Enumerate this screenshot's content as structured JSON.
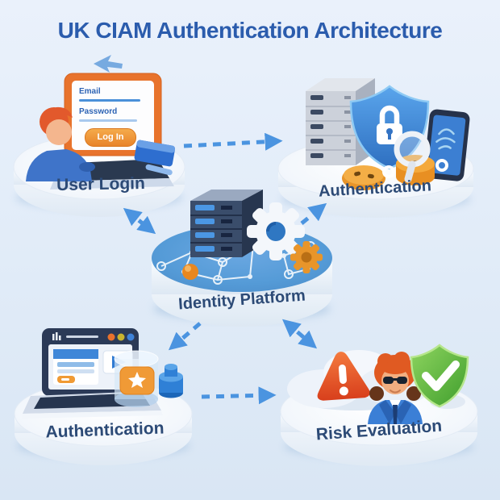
{
  "title": "UK CIAM Authentication Architecture",
  "nodes": {
    "user_login": {
      "label": "User Login",
      "login_form": {
        "email_label": "Email",
        "password_label": "Password",
        "login_button": "Log In"
      }
    },
    "authentication_top": {
      "label": "Authentication"
    },
    "identity_platform": {
      "label": "Identity Platform"
    },
    "authentication_bottom": {
      "label": "Authentication"
    },
    "risk_evaluation": {
      "label": "Risk Evaluation"
    }
  },
  "edges": [
    {
      "from": "user_login",
      "to": "authentication_top",
      "style": "dashed",
      "direction": "one-way"
    },
    {
      "from": "user_login",
      "to": "identity_platform",
      "style": "dashed",
      "direction": "two-way"
    },
    {
      "from": "identity_platform",
      "to": "authentication_top",
      "style": "dashed",
      "direction": "one-way"
    },
    {
      "from": "identity_platform",
      "to": "authentication_bottom",
      "style": "dashed",
      "direction": "one-way"
    },
    {
      "from": "identity_platform",
      "to": "risk_evaluation",
      "style": "dashed",
      "direction": "two-way"
    },
    {
      "from": "authentication_bottom",
      "to": "risk_evaluation",
      "style": "dashed",
      "direction": "one-way"
    }
  ],
  "colors": {
    "background_top": "#eaf1fb",
    "background_bottom": "#d9e6f4",
    "title_text": "#2b5cad",
    "label_text": "#2c4a76",
    "arrow_blue": "#4b94e0",
    "platform_white": "#ffffff",
    "identity_platform_top": "#559bd7",
    "accent_orange": "#ee8a2f",
    "shield_blue": "#3c8ee0",
    "shield_green": "#4aae35",
    "warning_red": "#e4552e"
  }
}
